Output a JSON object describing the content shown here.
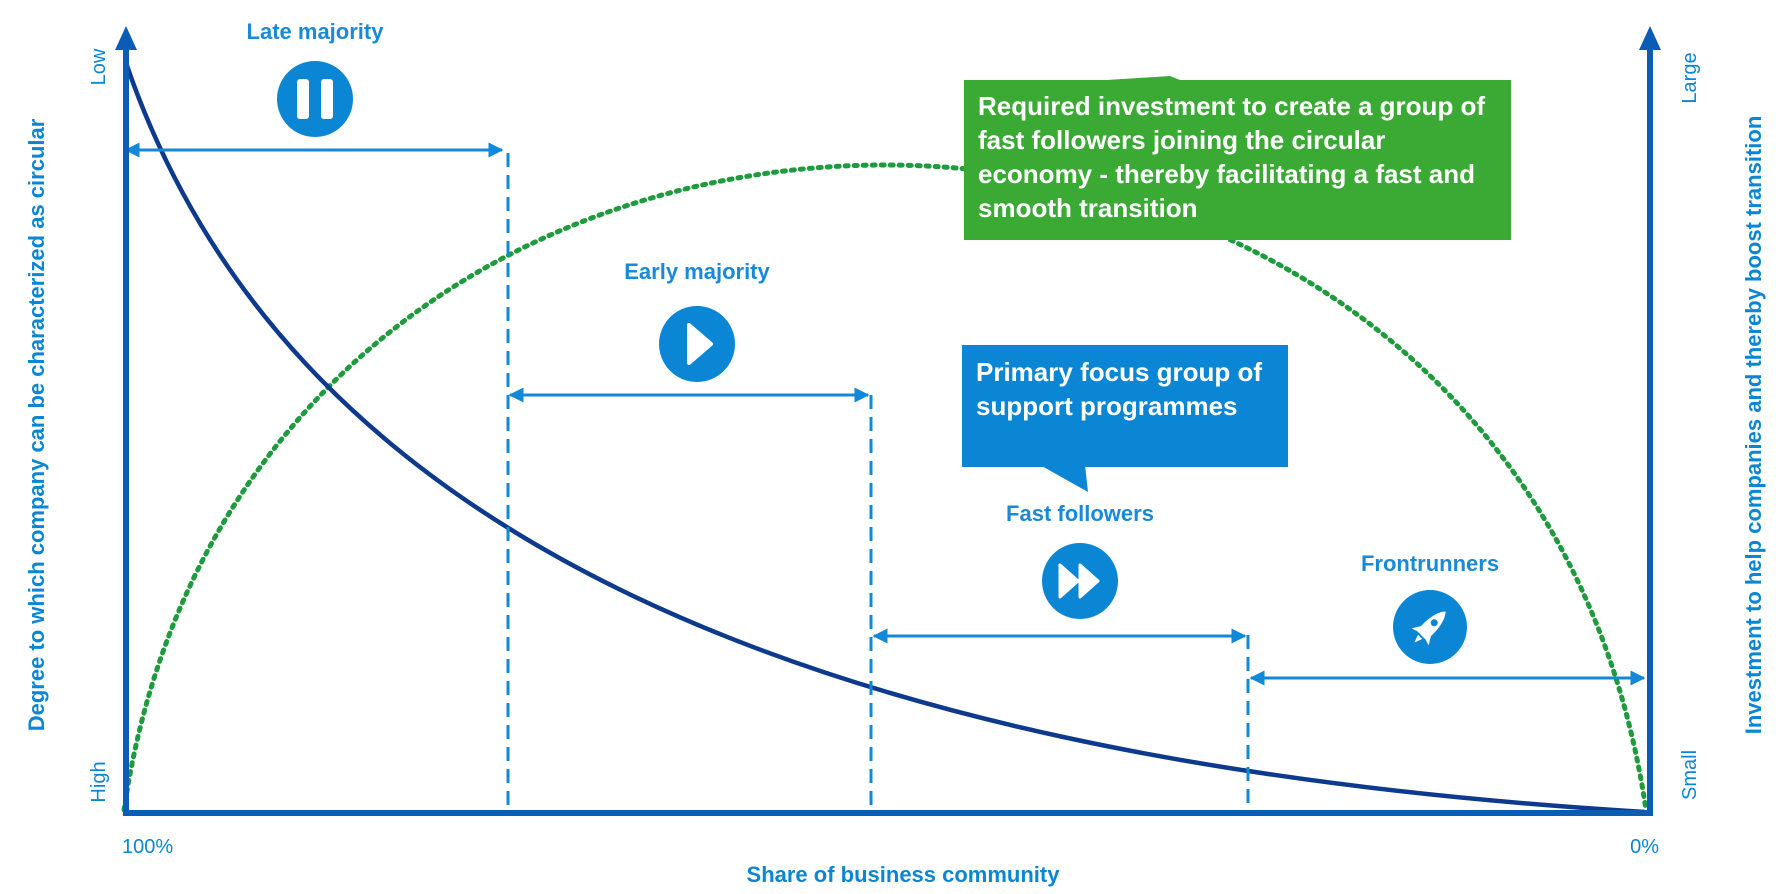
{
  "axes": {
    "left_title": "Degree to which company can be characterized as circular",
    "right_title": "Investment to help companies and thereby boost transition",
    "x_title": "Share of business community",
    "left_top": "Low",
    "left_bottom": "High",
    "right_top": "Large",
    "right_bottom": "Small",
    "x_left": "100%",
    "x_right": "0%"
  },
  "segments": [
    {
      "label": "Late majority",
      "icon": "pause-icon"
    },
    {
      "label": "Early majority",
      "icon": "play-icon"
    },
    {
      "label": "Fast followers",
      "icon": "fast-forward-icon"
    },
    {
      "label": "Frontrunners",
      "icon": "rocket-icon"
    }
  ],
  "callouts": {
    "investment": "Required investment to create a group of fast followers joining the circular economy - thereby facilitating a fast and smooth transition",
    "focus": "Primary focus group of support programmes"
  },
  "colors": {
    "axis": "#0a5cb5",
    "curve": "#0d3a8c",
    "dotted": "#1e9b3c",
    "segment": "#1188d8",
    "label": "#1a8ad8",
    "green_box": "#3aaa35",
    "blue_box": "#0a86d4"
  }
}
